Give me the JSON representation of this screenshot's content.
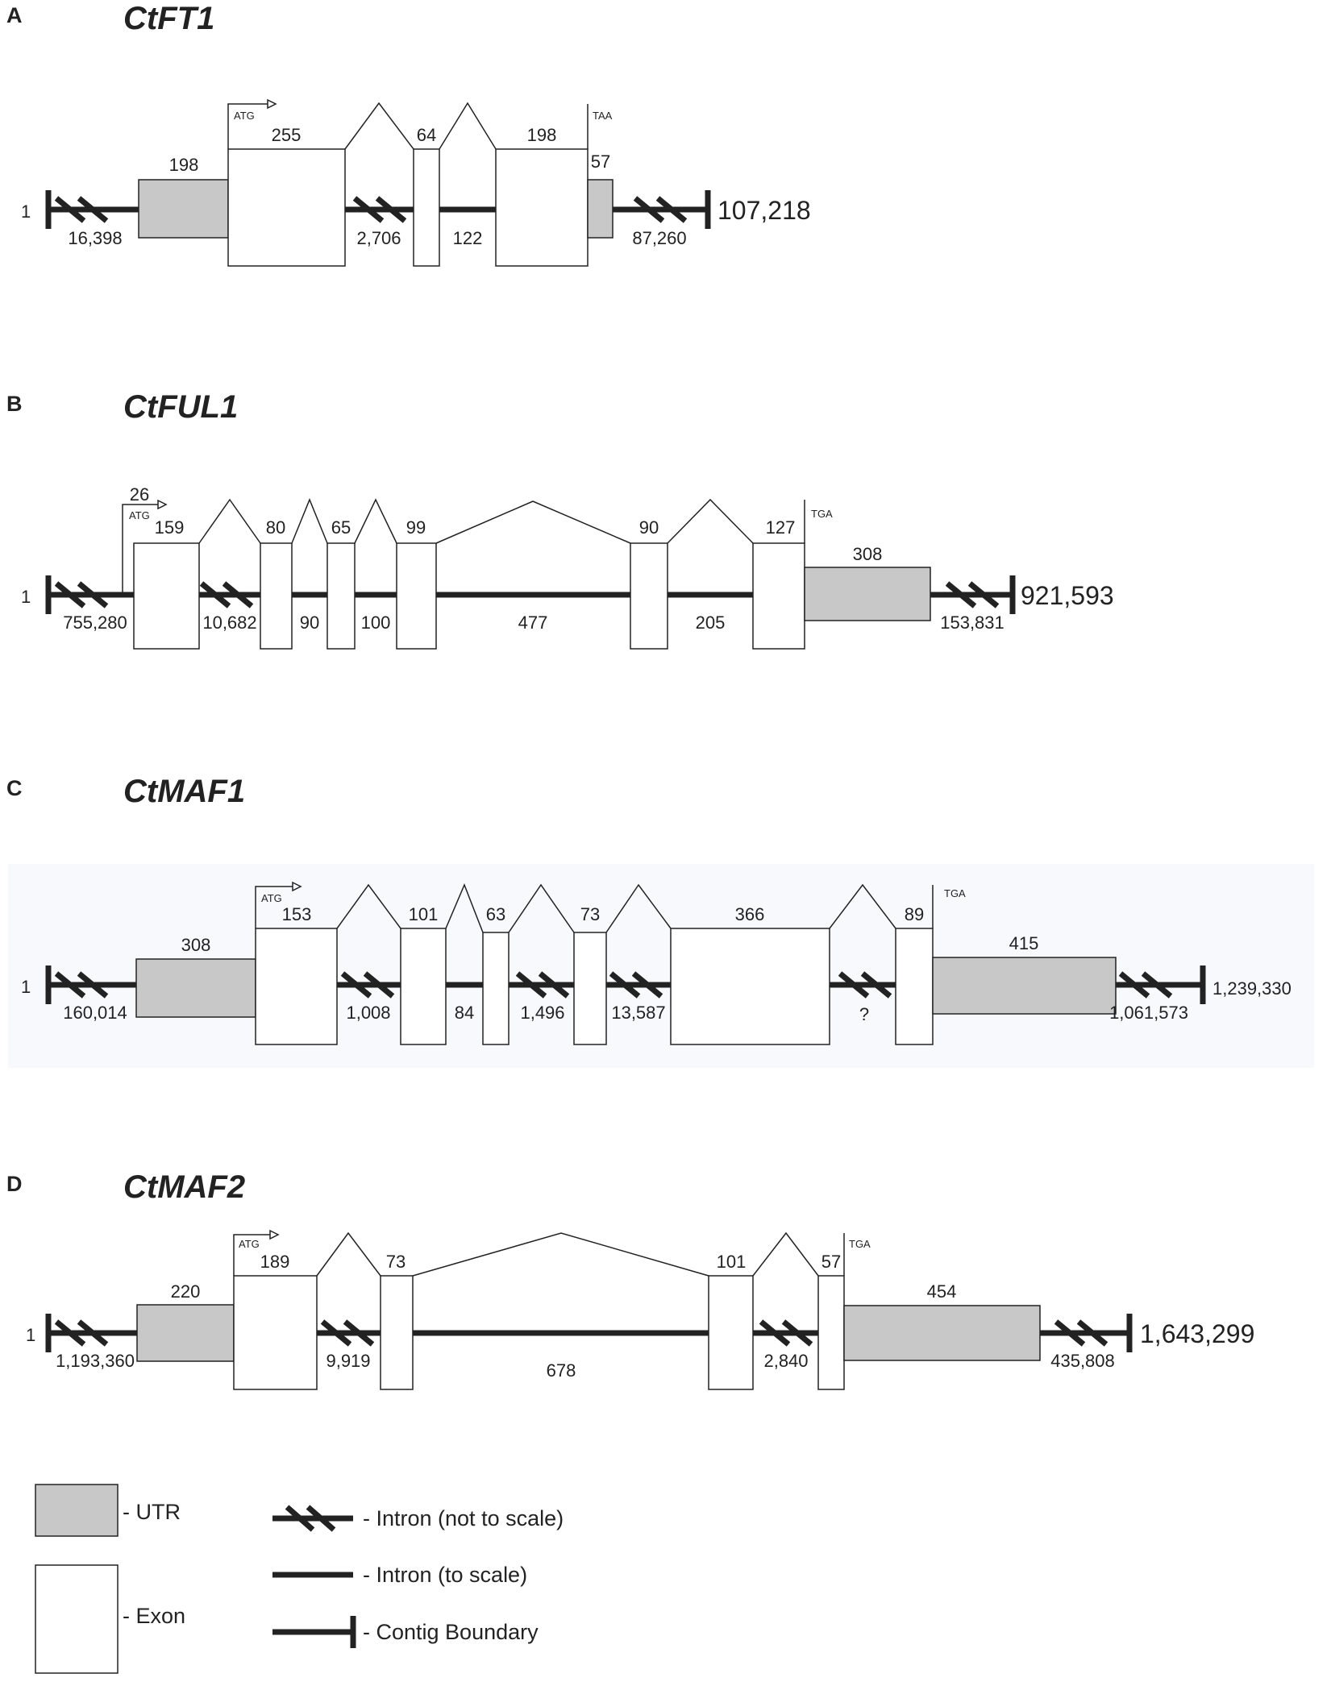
{
  "colors": {
    "utr": "#c8c8c8",
    "exon": "#ffffff",
    "stroke": "#222222",
    "panel_bg": "#f7f9fc"
  },
  "panels": [
    {
      "label": "A",
      "gene": "CtFT1",
      "start": "1",
      "end": "107,218",
      "upstream_intron": "16,398",
      "downstream_intron": "87,260",
      "utr5": "198",
      "utr3": "57",
      "exons": [
        "255",
        "64",
        "198"
      ],
      "introns": [
        "2,706",
        "122"
      ],
      "atg": "ATG",
      "stop": "TAA"
    },
    {
      "label": "B",
      "gene": "CtFUL1",
      "start": "1",
      "end": "921,593",
      "upstream_intron": "755,280",
      "downstream_intron": "153,831",
      "utr5": "26",
      "utr3": "308",
      "exons": [
        "159",
        "80",
        "65",
        "99",
        "90",
        "127"
      ],
      "introns": [
        "10,682",
        "90",
        "100",
        "477",
        "205"
      ],
      "atg": "ATG",
      "stop": "TGA"
    },
    {
      "label": "C",
      "gene": "CtMAF1",
      "start": "1",
      "end": "1,239,330",
      "upstream_intron": "160,014",
      "downstream_intron": "1,061,573",
      "utr5": "308",
      "utr3": "415",
      "exons": [
        "153",
        "101",
        "63",
        "73",
        "366",
        "89"
      ],
      "introns": [
        "1,008",
        "84",
        "1,496",
        "13,587",
        "?"
      ],
      "atg": "ATG",
      "stop": "TGA"
    },
    {
      "label": "D",
      "gene": "CtMAF2",
      "start": "1",
      "end": "1,643,299",
      "upstream_intron": "1,193,360",
      "downstream_intron": "435,808",
      "utr5": "220",
      "utr3": "454",
      "exons": [
        "189",
        "73",
        "101",
        "57"
      ],
      "introns": [
        "9,919",
        "678",
        "2,840"
      ],
      "atg": "ATG",
      "stop": "TGA"
    }
  ],
  "legend": {
    "utr": "- UTR",
    "exon": "- Exon",
    "intron_not_to_scale": "- Intron (not to scale)",
    "intron_to_scale": "- Intron (to scale)",
    "contig_boundary": "- Contig Boundary"
  }
}
